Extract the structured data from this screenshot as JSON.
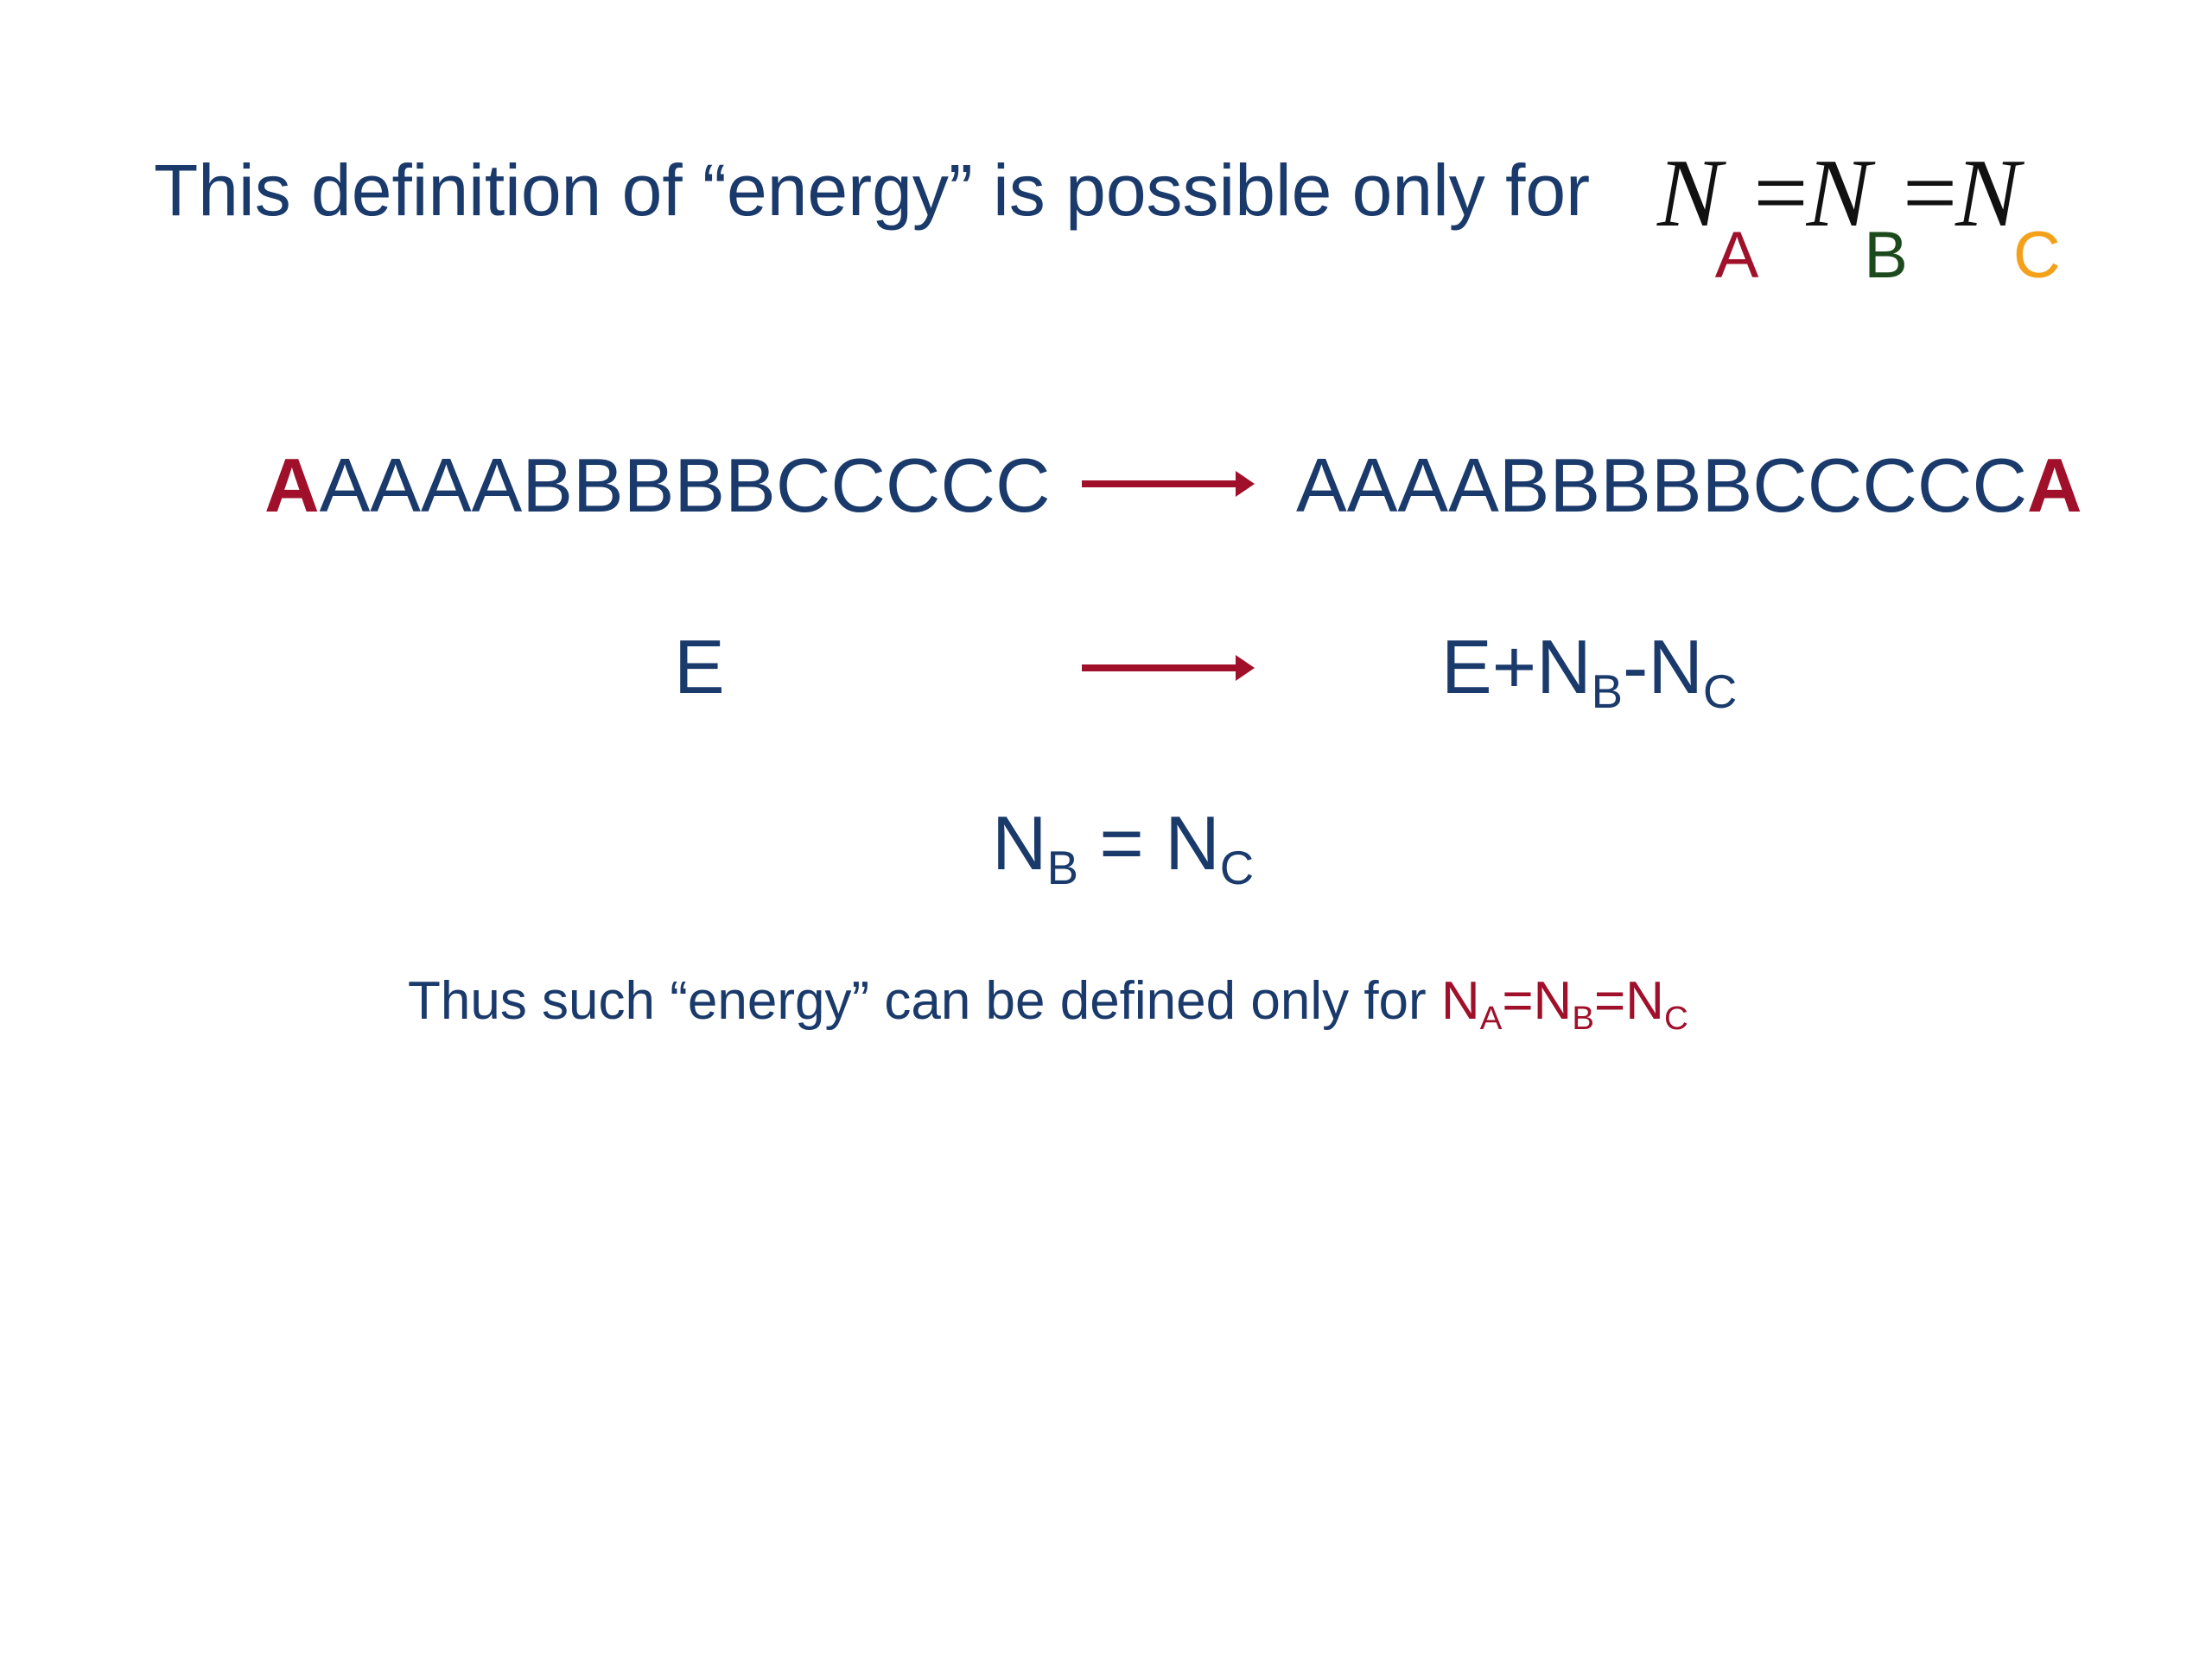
{
  "title": {
    "text": "This definition of “energy” is possible only for",
    "formula": {
      "n1": "N",
      "sub1": "A",
      "eq1": "=",
      "n2": "N",
      "sub2": "B",
      "eq2": "=",
      "n3": "N",
      "sub3": "C"
    }
  },
  "sequence": {
    "left_highlight": "A",
    "left_rest": "AAAABBBBBCCCCC",
    "right_rest": "AAAABBBBBCCCCC",
    "right_highlight": "A"
  },
  "energy": {
    "left": "E",
    "right_prefix": "E+N",
    "right_sub_b": "B",
    "right_minus": "-N",
    "right_sub_c": "C"
  },
  "condition": {
    "n1": "N",
    "sub1": "B",
    "eq": " = N",
    "sub2": "C"
  },
  "footer": {
    "text": "Thus such “energy” can be defined only for ",
    "n1": "N",
    "sub1": "A",
    "eq1": "=N",
    "sub2": "B",
    "eq2": "=N",
    "sub3": "C"
  },
  "colors": {
    "text_blue": "#1a3a6b",
    "accent_red": "#a0102a",
    "sub_green": "#1c4a1c",
    "sub_orange": "#f4a11a"
  }
}
